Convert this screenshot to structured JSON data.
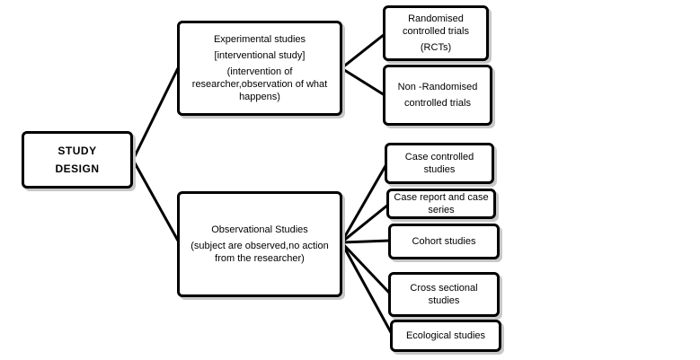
{
  "study_design": {
    "line1": "STUDY",
    "line2": "DESIGN"
  },
  "experimental": {
    "title": "Experimental studies",
    "subtitle": "[interventional study]",
    "desc1": "(intervention of",
    "desc2": "researcher,observation of what",
    "desc3": "happens)"
  },
  "observational": {
    "title": "Observational Studies",
    "desc1": "(subject are observed,no action",
    "desc2": "from the  researcher)"
  },
  "rct": {
    "line1": "Randomised",
    "line2": "controlled trials",
    "line3": "(RCTs)"
  },
  "non_rct": {
    "line1": "Non -Randomised",
    "line2": "controlled trials"
  },
  "case_controlled": {
    "line1": "Case controlled",
    "line2": "studies"
  },
  "case_report": {
    "line1": "Case report and case",
    "line2": "series"
  },
  "cohort": {
    "line1": "Cohort studies"
  },
  "cross_sectional": {
    "line1": "Cross sectional",
    "line2": "studies"
  },
  "ecological": {
    "line1": "Ecological studies"
  }
}
